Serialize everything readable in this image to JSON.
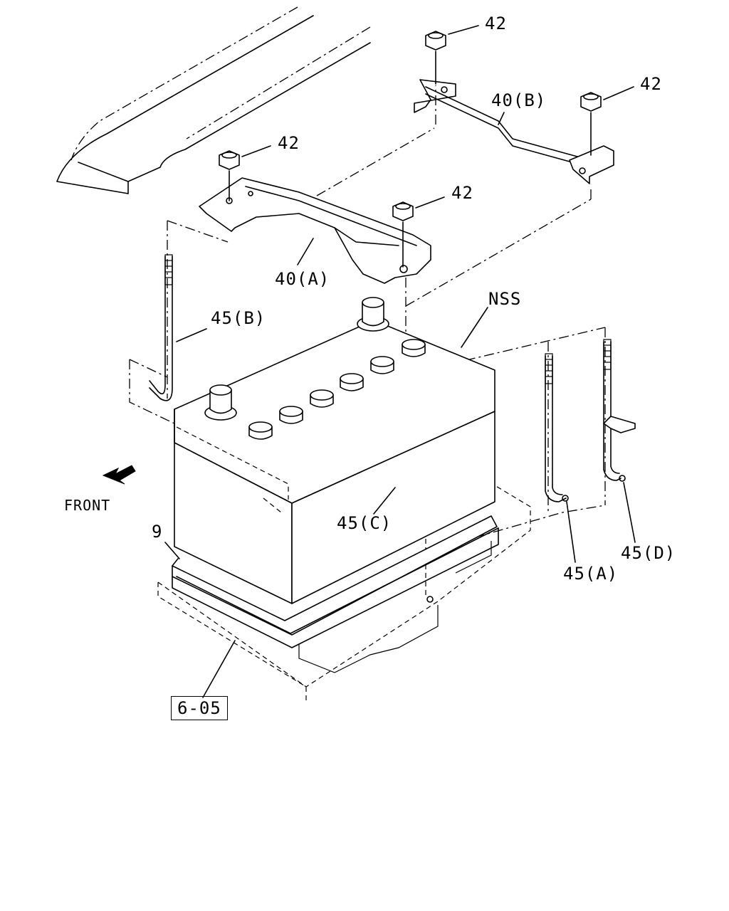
{
  "callouts": {
    "nut_top": "42",
    "nut_right": "42",
    "nut_left": "42",
    "nut_center": "42",
    "clamp_b": "40(B)",
    "clamp_a": "40(A)",
    "bolt_b": "45(B)",
    "bolt_c": "45(C)",
    "bolt_a": "45(A)",
    "bolt_d": "45(D)",
    "nss": "NSS",
    "tray": "9"
  },
  "front_label": "FRONT",
  "reference": "6-05",
  "icons": {
    "front_arrow": "arrow-left-down-icon"
  }
}
